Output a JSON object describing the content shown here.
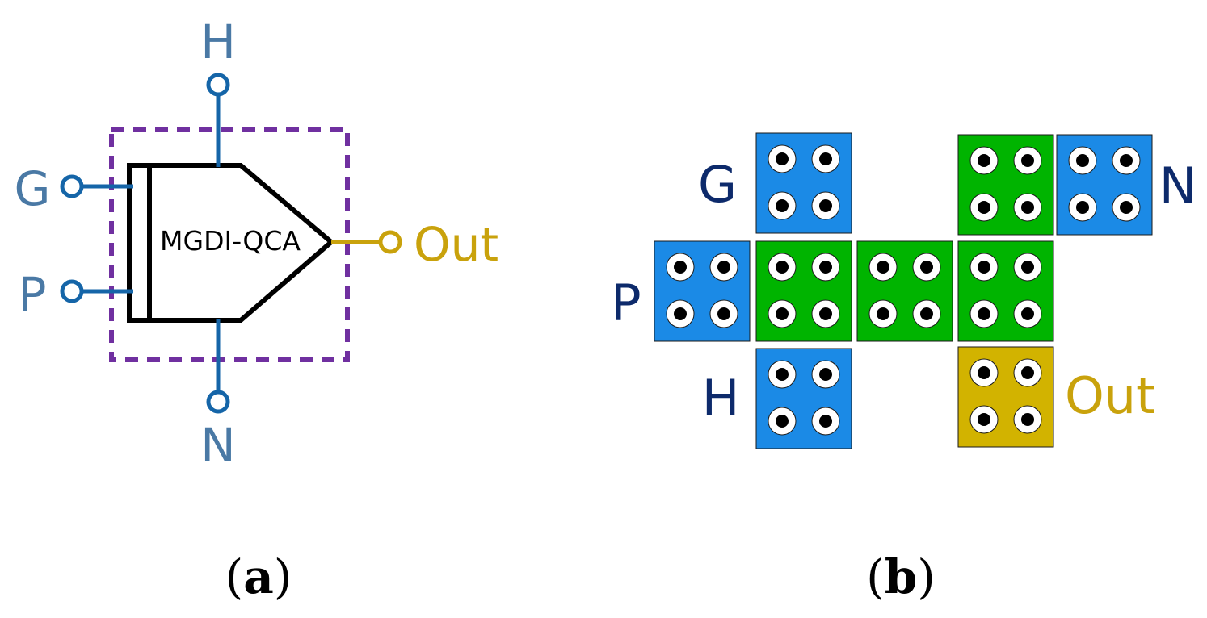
{
  "colors": {
    "wire_blue": "#1565a8",
    "label_blue": "#4a79a5",
    "label_navy": "#0d2a6b",
    "output_gold": "#c9a20c",
    "dash_purple": "#7030a0",
    "cell_blue": "#1b8ae6",
    "cell_green": "#00b400",
    "cell_gold": "#d2b300",
    "black": "#000000",
    "white": "#ffffff"
  },
  "panel_a": {
    "gate_label": "MGDI-QCA",
    "inputs": {
      "top": "H",
      "left_upper": "G",
      "left_lower": "P",
      "bottom": "N"
    },
    "output": "Out",
    "caption_open": "(",
    "caption_letter": "a",
    "caption_close": ")"
  },
  "panel_b": {
    "labels": {
      "g": "G",
      "n": "N",
      "p": "P",
      "h": "H",
      "out": "Out"
    },
    "caption_open": "(",
    "caption_letter": "b",
    "caption_close": ")",
    "cells": [
      {
        "id": "G",
        "role": "input",
        "color": "blue"
      },
      {
        "id": "top-right-green",
        "role": "device",
        "color": "green"
      },
      {
        "id": "N",
        "role": "input",
        "color": "blue"
      },
      {
        "id": "P",
        "role": "input",
        "color": "blue"
      },
      {
        "id": "center-1",
        "role": "device",
        "color": "green"
      },
      {
        "id": "center-2",
        "role": "device",
        "color": "green"
      },
      {
        "id": "center-3",
        "role": "device",
        "color": "green"
      },
      {
        "id": "H",
        "role": "input",
        "color": "blue"
      },
      {
        "id": "Out",
        "role": "output",
        "color": "gold"
      }
    ]
  }
}
